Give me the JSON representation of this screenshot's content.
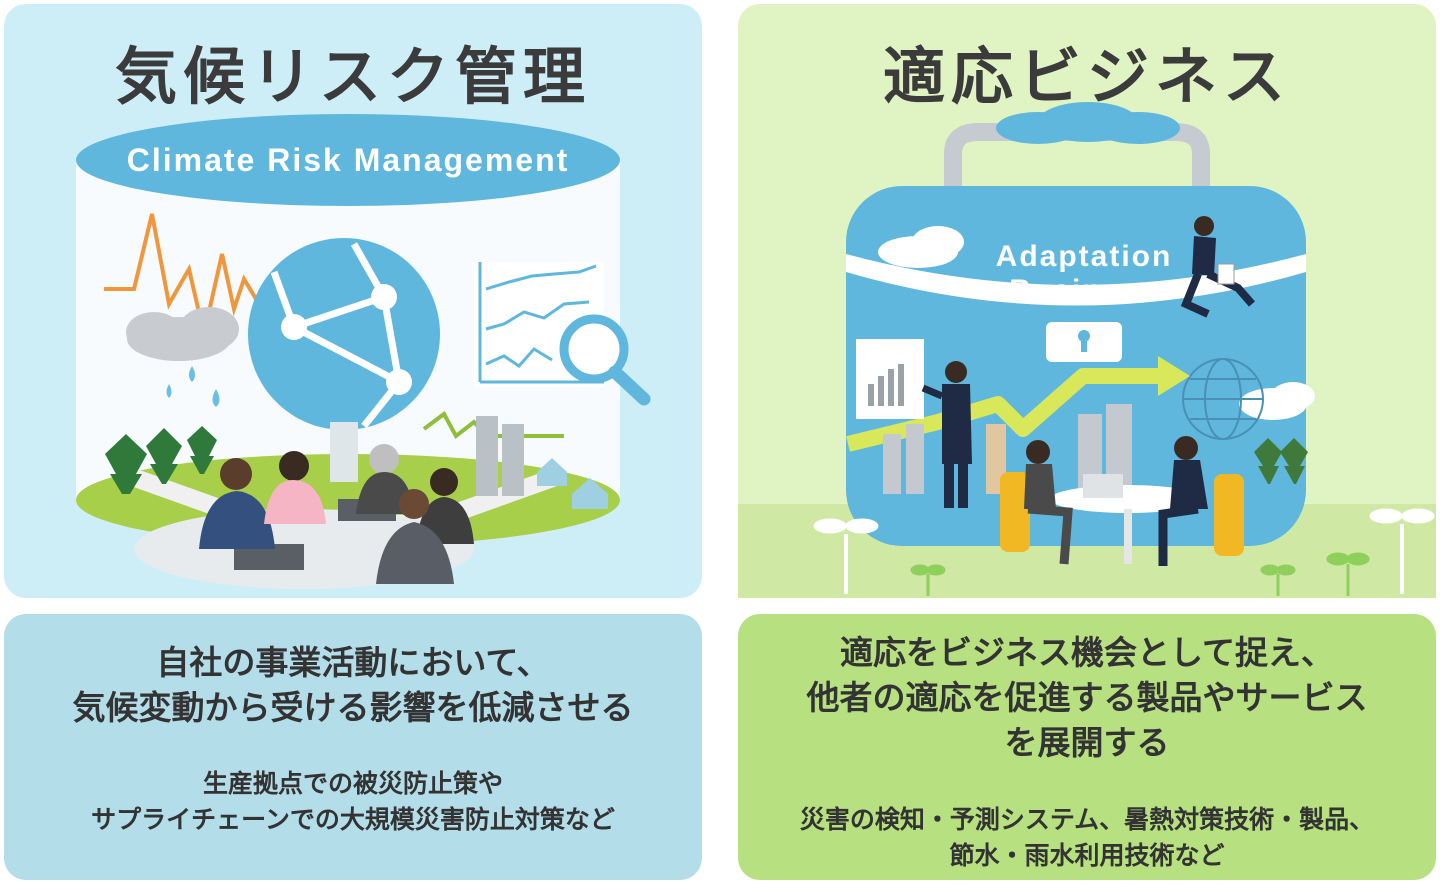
{
  "climate": {
    "title": "気候リスク管理",
    "banner": "Climate Risk Management",
    "lead": [
      "自社の事業活動において、",
      "気候変動から受ける影響を低減させる"
    ],
    "examples": [
      "生産拠点での被災防止策や",
      "サプライチェーンでの大規模災害防止対策など"
    ]
  },
  "adaptation": {
    "title": "適応ビジネス",
    "banner": [
      "Adaptation",
      "Business"
    ],
    "lead": [
      "適応をビジネス機会として捉え、",
      "他者の適応を促進する製品やサービス",
      "を展開する"
    ],
    "examples": [
      "災害の検知・予測システム、暑熱対策技術・製品、",
      "節水・雨水利用技術など"
    ]
  },
  "colors": {
    "left_bg": "#cdeef6",
    "right_bg": "#e0f3c2",
    "left_caption_bg": "#b3dde8",
    "right_caption_bg": "#b7e080",
    "accent_blue": "#5fb7dd",
    "accent_green": "#9bd36a",
    "accent_orange": "#f0963c"
  }
}
